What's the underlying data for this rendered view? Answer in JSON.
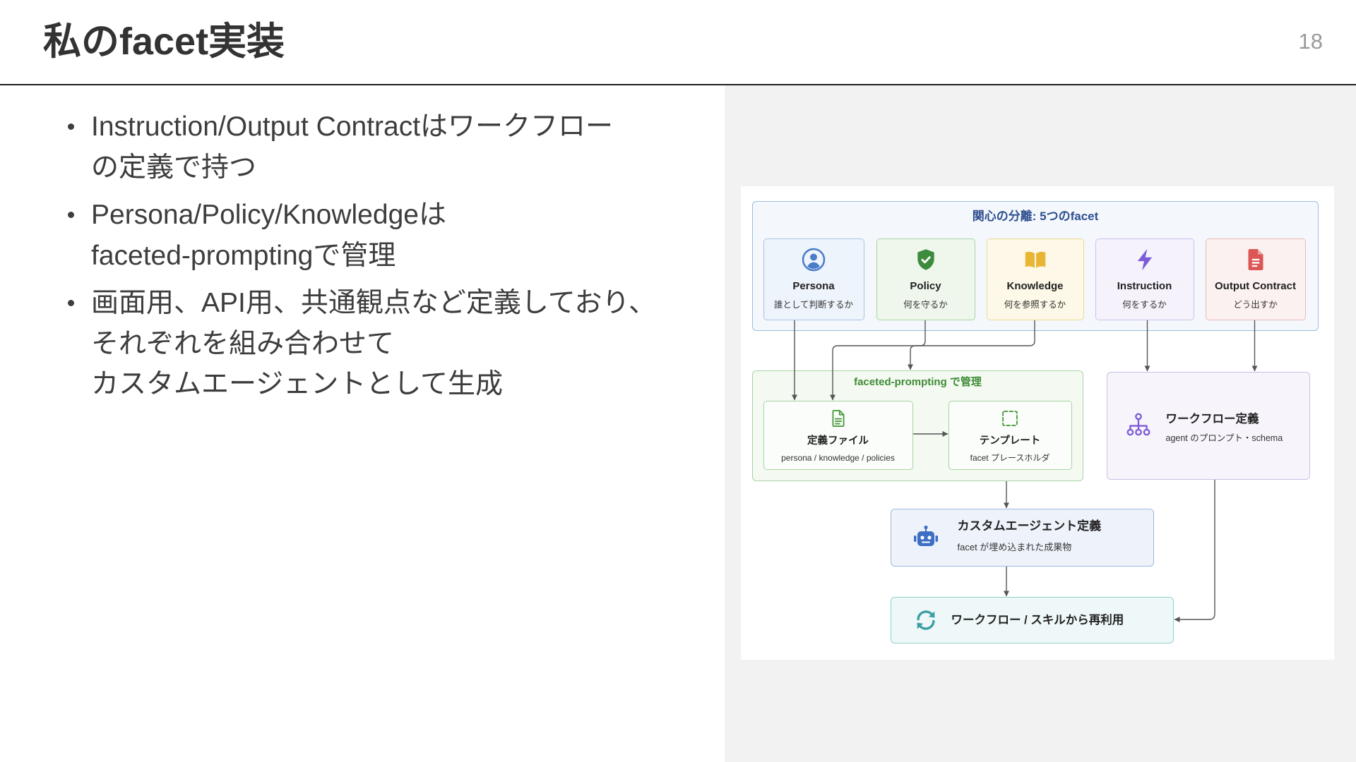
{
  "slide": {
    "title": "私のfacet実装",
    "page_number": "18"
  },
  "bullets": [
    {
      "lines": [
        "Instruction/Output Contractはワークフロー",
        "の定義で持つ"
      ]
    },
    {
      "lines": [
        "Persona/Policy/Knowledgeは",
        "faceted-promptingで管理"
      ]
    },
    {
      "lines": [
        "画面用、API用、共通観点など定義しており、",
        "それぞれを組み合わせて",
        "カスタムエージェントとして生成"
      ]
    }
  ],
  "diagram": {
    "facets_group": {
      "title": "関心の分離: 5つのfacet",
      "items": [
        {
          "name": "Persona",
          "desc": "誰として判断するか",
          "icon": "person-circle-icon",
          "accent": "#4a7cc7"
        },
        {
          "name": "Policy",
          "desc": "何を守るか",
          "icon": "shield-check-icon",
          "accent": "#3d8b3d"
        },
        {
          "name": "Knowledge",
          "desc": "何を参照するか",
          "icon": "open-book-icon",
          "accent": "#e9b535"
        },
        {
          "name": "Instruction",
          "desc": "何をするか",
          "icon": "lightning-icon",
          "accent": "#7b5cd6"
        },
        {
          "name": "Output Contract",
          "desc": "どう出すか",
          "icon": "document-icon",
          "accent": "#dc5656"
        }
      ]
    },
    "faceted_prompting": {
      "title": "faceted-prompting で管理",
      "accent": "#4a9a3f",
      "definition_file": {
        "label": "定義ファイル",
        "desc": "persona / knowledge / policies",
        "icon": "file-lines-icon"
      },
      "template": {
        "label": "テンプレート",
        "desc": "facet プレースホルダ",
        "icon": "dashed-square-icon"
      }
    },
    "workflow": {
      "label": "ワークフロー定義",
      "desc": "agent のプロンプト・schema",
      "icon": "hierarchy-icon",
      "accent": "#7b5cd6"
    },
    "custom_agent": {
      "label": "カスタムエージェント定義",
      "desc": "facet が埋め込まれた成果物",
      "icon": "robot-icon",
      "accent": "#3f6fc4"
    },
    "reuse": {
      "label": "ワークフロー / スキルから再利用",
      "icon": "refresh-icon",
      "accent": "#3b9ea3"
    }
  }
}
